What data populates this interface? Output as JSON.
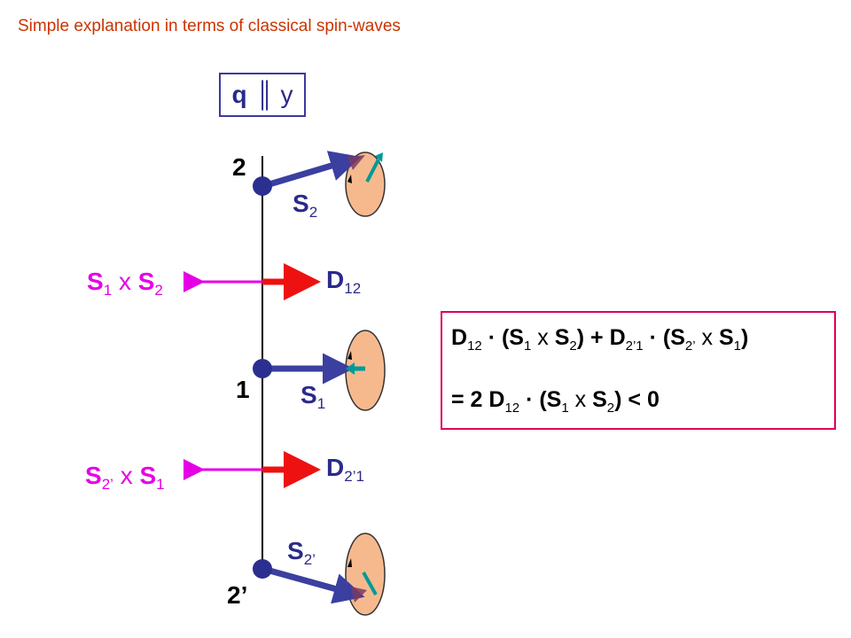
{
  "title": "Simple explanation in terms of classical spin-waves",
  "q_label": {
    "q": "q",
    "parallel": "║",
    "axis": "y"
  },
  "sites": {
    "site2": "2",
    "site1": "1",
    "site2p": "2’"
  },
  "spins": {
    "s2": {
      "base": "S",
      "sub": "2"
    },
    "s1": {
      "base": "S",
      "sub": "1"
    },
    "s2p": {
      "base": "S",
      "sub": "2’"
    }
  },
  "dm_vectors": {
    "d12": {
      "base": "D",
      "sub": "12"
    },
    "d21": {
      "base": "D",
      "sub": "2’1"
    }
  },
  "cross_products": {
    "c1": {
      "a": "S",
      "a_sub": "1",
      "op": "x",
      "b": "S",
      "b_sub": "2"
    },
    "c2": {
      "a": "S",
      "a_sub": "2’",
      "op": "x",
      "b": "S",
      "b_sub": "1"
    }
  },
  "equation": {
    "line1": {
      "t1": "D",
      "t1s": "12",
      "t2": " · (S",
      "t2s": "1",
      "t3": " x ",
      "t4": "S",
      "t4s": "2",
      "t5": ") + D",
      "t5s": "2’1",
      "t6": " · (S",
      "t6s": "2’",
      "t7": " x ",
      "t8": "S",
      "t8s": "1",
      "t9": ")"
    },
    "line2": {
      "t1": "= 2 D",
      "t1s": "12",
      "t2": " · (S",
      "t2s": "1",
      "t3": " x ",
      "t4": "S",
      "t4s": "2",
      "t5": ") < 0"
    }
  },
  "colors": {
    "chain": "#000000",
    "atom": "#2b2f8f",
    "spin": "#3b3fa0",
    "precession_cone": "#f6b98e",
    "dm_arrow": "#ee1111",
    "cross_arrow": "#e600e6",
    "box_q": "#3a3a9e",
    "box_equation": "#e0005a",
    "title": "#cc3300",
    "tip_arrow": "#009999"
  }
}
